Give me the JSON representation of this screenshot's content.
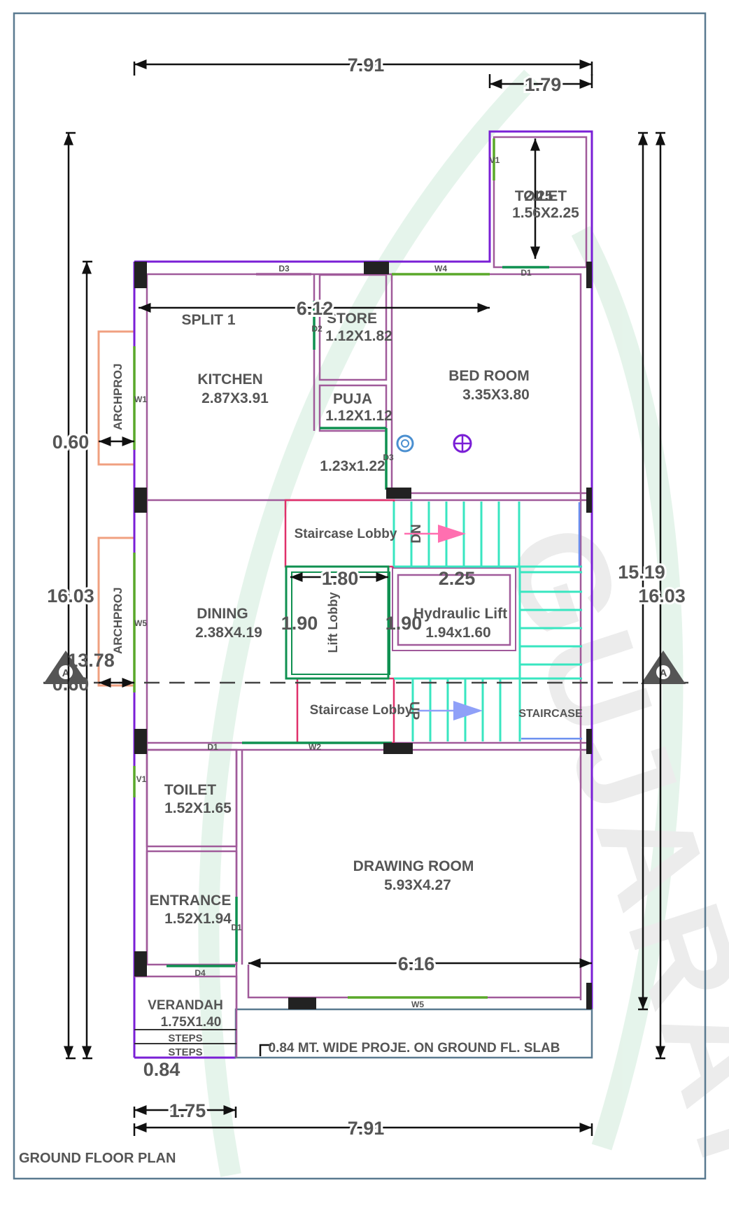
{
  "plan_title": "GROUND FLOOR PLAN",
  "colors": {
    "outer_wall": "#7a1fd6",
    "inner_wall": "#a05a9a",
    "window": "#5aa82a",
    "door": "#0f9050",
    "stair": "#38e6c0",
    "lobby": "#e0306a",
    "projection": "#f0a080",
    "dim_line": "#111111",
    "text": "#555555",
    "border": "#5a7a90",
    "watermark": "#d2ecdc"
  },
  "rooms": {
    "toilet_top": {
      "name": "TOILET",
      "size": "1.56X2.25"
    },
    "store": {
      "name": "STORE",
      "size": "1.12X1.82"
    },
    "puja": {
      "name": "PUJA",
      "size": "1.12X1.12"
    },
    "passage": {
      "size": "1.23x1.22"
    },
    "split": {
      "name": "SPLIT 1"
    },
    "kitchen": {
      "name": "KITCHEN",
      "size": "2.87X3.91"
    },
    "bedroom": {
      "name": "BED ROOM",
      "size": "3.35X3.80"
    },
    "lobby_top": {
      "name": "Staircase Lobby"
    },
    "lobby_bottom": {
      "name": "Staircase Lobby"
    },
    "lift_lobby": {
      "name": "Lift Lobby"
    },
    "lift": {
      "name": "Hydraulic Lift",
      "size": "1.94x1.60"
    },
    "dining": {
      "name": "DINING",
      "size": "2.38X4.19"
    },
    "staircase": {
      "name": "STAIRCASE"
    },
    "toilet": {
      "name": "TOILET",
      "size": "1.52X1.65"
    },
    "entrance": {
      "name": "ENTRANCE",
      "size": "1.52X1.94"
    },
    "drawing": {
      "name": "DRAWING ROOM",
      "size": "5.93X4.27"
    },
    "verandah": {
      "name": "VERANDAH",
      "size": "1.75X1.40"
    }
  },
  "steps": [
    "STEPS",
    "STEPS"
  ],
  "stair_arrows": {
    "down": "DN",
    "up": "UP"
  },
  "projection_label": "ARCHPROJ",
  "slab_note": "0.84 MT. WIDE PROJE. ON GROUND FL. SLAB",
  "section_mark": "A",
  "watermark_text": "GUJARAT",
  "openings": {
    "d3": "D3",
    "w4": "W4",
    "d1_top": "D1",
    "v1_top": "V1",
    "d2": "D2",
    "d3b": "D3",
    "w1": "W1",
    "w5_side": "W5",
    "d1": "D1",
    "w2": "W2",
    "v1": "V1",
    "d4": "D4",
    "w5": "W5",
    "d_ent": "D1"
  },
  "dimensions": {
    "top_total": "7.91",
    "top_toilet": "1.79",
    "toilet_h": "2.25",
    "inner_width": "6.12",
    "lift_lobby_w": "1.80",
    "lift_w": "2.25",
    "lift_lobby_h": "1.90",
    "lift_h": "1.90",
    "left_outer": "16.03",
    "left_inner": "13.78",
    "proj_top": "0.60",
    "proj_bottom": "0.60",
    "right_inner": "15.19",
    "right_outer": "16.03",
    "drawing_w": "6.16",
    "verandah_proj": "0.84",
    "bottom_verandah": "1.75",
    "bottom_total": "7.91"
  }
}
